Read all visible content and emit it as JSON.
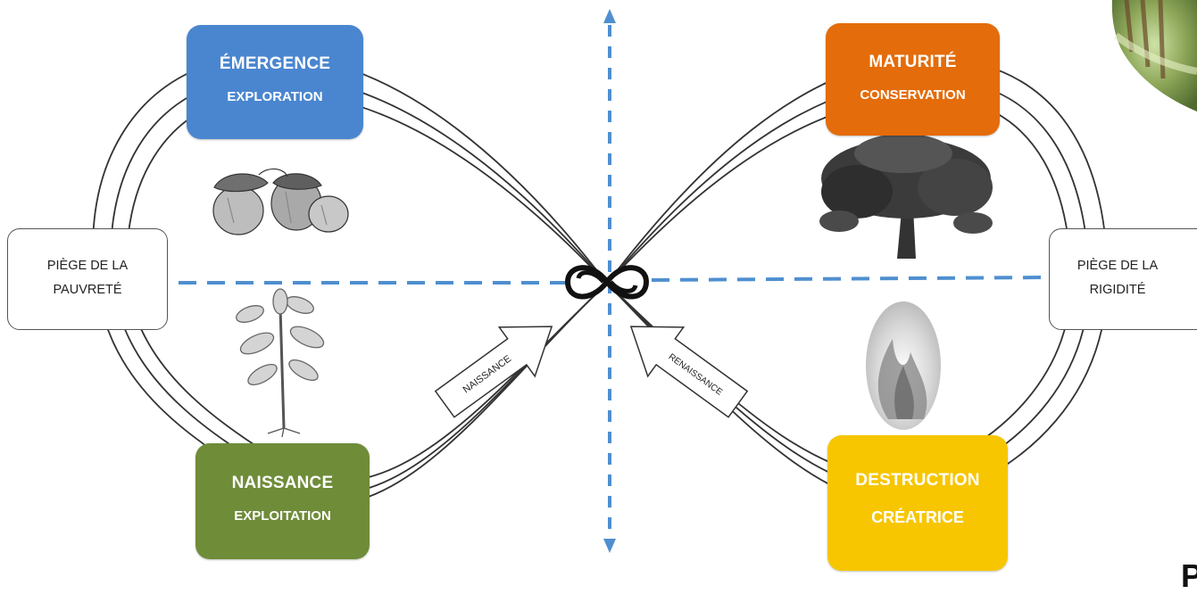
{
  "phases": {
    "emergence": {
      "title": "ÉMERGENCE",
      "subtitle": "EXPLORATION",
      "color": "#4a86d0"
    },
    "maturite": {
      "title": "MATURITÉ",
      "subtitle": "CONSERVATION",
      "color": "#e46c0a"
    },
    "naissance": {
      "title": "NAISSANCE",
      "subtitle": "EXPLOITATION",
      "color": "#6f8c39"
    },
    "destruction": {
      "title": "DESTRUCTION",
      "subtitle": "CRÉATRICE",
      "color": "#f7c600"
    }
  },
  "traps": {
    "left": {
      "line1": "PIÈGE DE LA",
      "line2": "PAUVRETÉ"
    },
    "right": {
      "line1": "PIÈGE DE LA",
      "line2": "RIGIDITÉ"
    }
  },
  "arrows": {
    "left": "NAISSANCE",
    "right": "RENAISSANCE"
  },
  "illustrations": [
    "acorns-illustration",
    "oak-sapling-illustration",
    "mature-oak-tree-illustration",
    "flame-illustration",
    "forest-photo"
  ],
  "colors": {
    "axis": "#4f8fd0",
    "loop": "#333333"
  },
  "corner_glyph": "P"
}
